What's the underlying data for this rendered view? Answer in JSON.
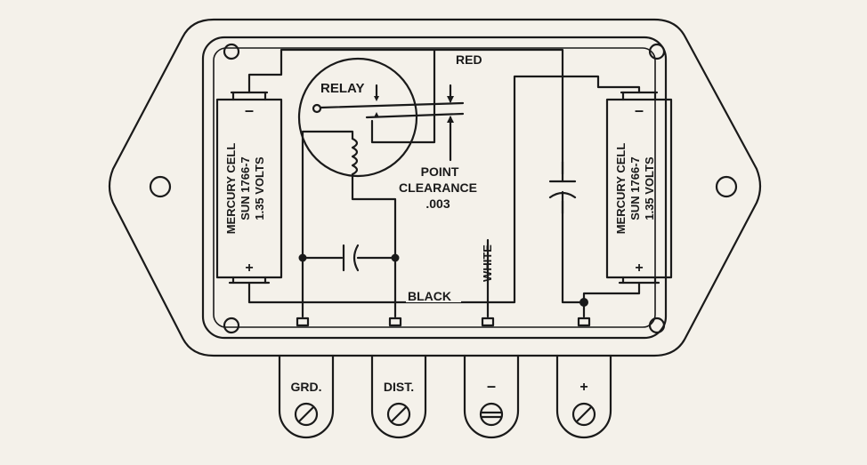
{
  "relay_label": "RELAY",
  "wire_red": "RED",
  "wire_white": "WHITE",
  "wire_black": "BLACK",
  "point_clearance": [
    "POINT",
    "CLEARANCE",
    ".003"
  ],
  "left_cell": {
    "lines": [
      "MERCURY CELL",
      "SUN 1766-7",
      "1.35 VOLTS"
    ],
    "minus": "–",
    "plus": "+"
  },
  "right_cell": {
    "lines": [
      "MERCURY CELL",
      "SUN 1766-7",
      "1.35 VOLTS"
    ],
    "minus": "–",
    "plus": "+"
  },
  "terminals": [
    {
      "label": "GRD.",
      "screw": "slotted"
    },
    {
      "label": "DIST.",
      "screw": "slotted"
    },
    {
      "label": "–",
      "screw": "slotted"
    },
    {
      "label": "+",
      "screw": "slotted"
    }
  ],
  "colors": {
    "ink": "#1a1a1a",
    "paper": "#f4f1ea"
  }
}
